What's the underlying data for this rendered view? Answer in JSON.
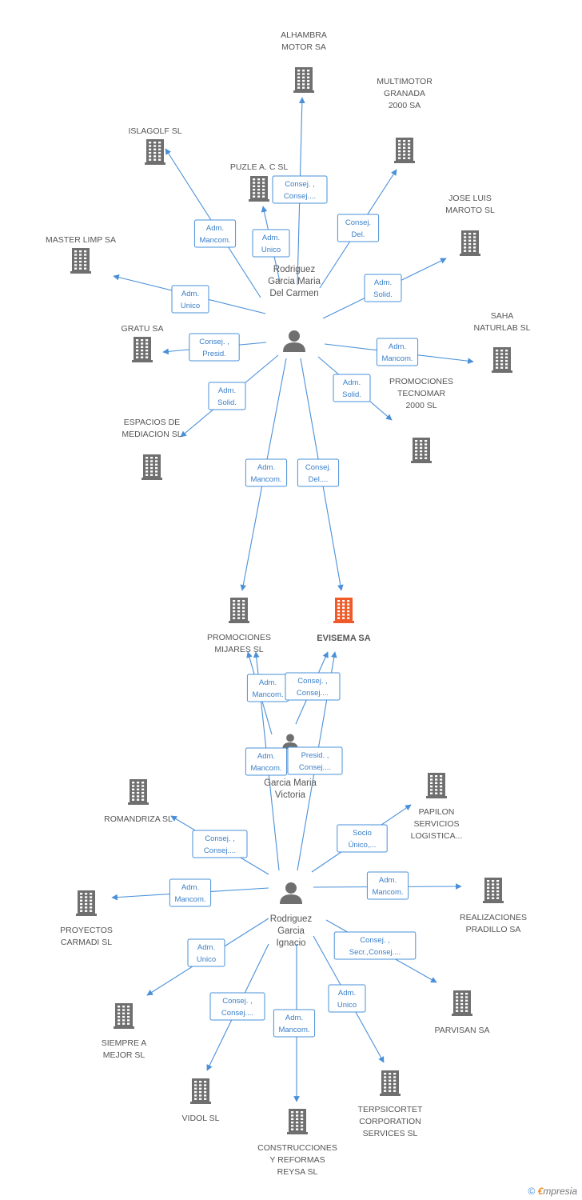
{
  "colors": {
    "edge": "#4a90d9",
    "building": "#6f6f6f",
    "main_building": "#f05a28",
    "person": "#6f6f6f",
    "rel_text": "#3a7fc8"
  },
  "companies": [
    {
      "id": "alhambra",
      "lines": [
        "ALHAMBRA",
        "MOTOR SA"
      ],
      "icon": "building-icon"
    },
    {
      "id": "multimotor",
      "lines": [
        "MULTIMOTOR",
        "GRANADA",
        "2000 SA"
      ],
      "icon": "building-icon"
    },
    {
      "id": "islagolf",
      "lines": [
        "ISLAGOLF  SL"
      ],
      "icon": "building-icon"
    },
    {
      "id": "puzle",
      "lines": [
        "PUZLE A.  C SL"
      ],
      "icon": "building-icon"
    },
    {
      "id": "joseluis",
      "lines": [
        "JOSE LUIS",
        "MAROTO SL"
      ],
      "icon": "building-icon"
    },
    {
      "id": "masterlimp",
      "lines": [
        "MASTER LIMP SA"
      ],
      "icon": "building-icon"
    },
    {
      "id": "gratu",
      "lines": [
        "GRATU SA"
      ],
      "icon": "building-icon"
    },
    {
      "id": "saha",
      "lines": [
        "SAHA",
        "NATURLAB SL"
      ],
      "icon": "building-icon"
    },
    {
      "id": "tecnomar",
      "lines": [
        "PROMOCIONES",
        "TECNOMAR",
        "2000 SL"
      ],
      "icon": "building-icon"
    },
    {
      "id": "espacios",
      "lines": [
        "ESPACIOS DE",
        "MEDIACION SL"
      ],
      "icon": "building-icon"
    },
    {
      "id": "mijares",
      "lines": [
        "PROMOCIONES",
        "MIJARES SL"
      ],
      "icon": "building-icon"
    },
    {
      "id": "evisema",
      "lines": [
        "EVISEMA SA"
      ],
      "icon": "building-icon",
      "main": true
    },
    {
      "id": "romandriza",
      "lines": [
        "ROMANDRIZA SL"
      ],
      "icon": "building-icon"
    },
    {
      "id": "papilon",
      "lines": [
        "PAPILON",
        "SERVICIOS",
        "LOGISTICA..."
      ],
      "icon": "building-icon"
    },
    {
      "id": "carmadi",
      "lines": [
        "PROYECTOS",
        "CARMADI SL"
      ],
      "icon": "building-icon"
    },
    {
      "id": "pradillo",
      "lines": [
        "REALIZACIONES",
        "PRADILLO SA"
      ],
      "icon": "building-icon"
    },
    {
      "id": "siempre",
      "lines": [
        "SIEMPRE A",
        "MEJOR SL"
      ],
      "icon": "building-icon"
    },
    {
      "id": "parvisan",
      "lines": [
        "PARVISAN SA"
      ],
      "icon": "building-icon"
    },
    {
      "id": "vidol",
      "lines": [
        "VIDOL SL"
      ],
      "icon": "building-icon"
    },
    {
      "id": "terpsi",
      "lines": [
        "TERPSICORTET",
        "CORPORATION",
        "SERVICES  SL"
      ],
      "icon": "building-icon"
    },
    {
      "id": "reysa",
      "lines": [
        "CONSTRUCCIONES",
        "Y REFORMAS",
        "REYSA SL"
      ],
      "icon": "building-icon"
    }
  ],
  "people": [
    {
      "id": "carmen",
      "lines": [
        "Rodriguez",
        "Garcia Maria",
        "Del Carmen"
      ],
      "icon": "person-icon"
    },
    {
      "id": "victoria",
      "lines": [
        "Garcia Maria",
        "Victoria"
      ],
      "icon": "person-icon"
    },
    {
      "id": "ignacio",
      "lines": [
        "Rodriguez",
        "Garcia",
        "Ignacio"
      ],
      "icon": "person-icon"
    }
  ],
  "relations": [
    {
      "lines": [
        "Consej. ,",
        "Consej...."
      ]
    },
    {
      "lines": [
        "Adm.",
        "Mancom."
      ]
    },
    {
      "lines": [
        "Adm.",
        "Unico"
      ]
    },
    {
      "lines": [
        "Consej.",
        "Del."
      ]
    },
    {
      "lines": [
        "Adm.",
        "Solid."
      ]
    },
    {
      "lines": [
        "Adm.",
        "Unico"
      ]
    },
    {
      "lines": [
        "Consej. ,",
        "Presid."
      ]
    },
    {
      "lines": [
        "Adm.",
        "Solid."
      ]
    },
    {
      "lines": [
        "Adm.",
        "Mancom."
      ]
    },
    {
      "lines": [
        "Adm.",
        "Solid."
      ]
    },
    {
      "lines": [
        "Adm.",
        "Mancom."
      ]
    },
    {
      "lines": [
        "Consej.",
        "Del...."
      ]
    },
    {
      "lines": [
        "Adm.",
        "Mancom."
      ]
    },
    {
      "lines": [
        "Consej. ,",
        "Consej...."
      ]
    },
    {
      "lines": [
        "Adm.",
        "Mancom."
      ]
    },
    {
      "lines": [
        "Presid. ,",
        "Consej...."
      ]
    },
    {
      "lines": [
        "Consej. ,",
        "Consej...."
      ]
    },
    {
      "lines": [
        "Socio",
        "Único,..."
      ]
    },
    {
      "lines": [
        "Adm.",
        "Mancom."
      ]
    },
    {
      "lines": [
        "Adm.",
        "Mancom."
      ]
    },
    {
      "lines": [
        "Adm.",
        "Unico"
      ]
    },
    {
      "lines": [
        "Consej. ,",
        "Secr.,Consej...."
      ]
    },
    {
      "lines": [
        "Consej. ,",
        "Consej...."
      ]
    },
    {
      "lines": [
        "Adm.",
        "Mancom."
      ]
    },
    {
      "lines": [
        "Adm.",
        "Unico"
      ]
    }
  ],
  "footer": {
    "copyright": "©",
    "brand_initial": "€",
    "brand_rest": "mpresia"
  }
}
